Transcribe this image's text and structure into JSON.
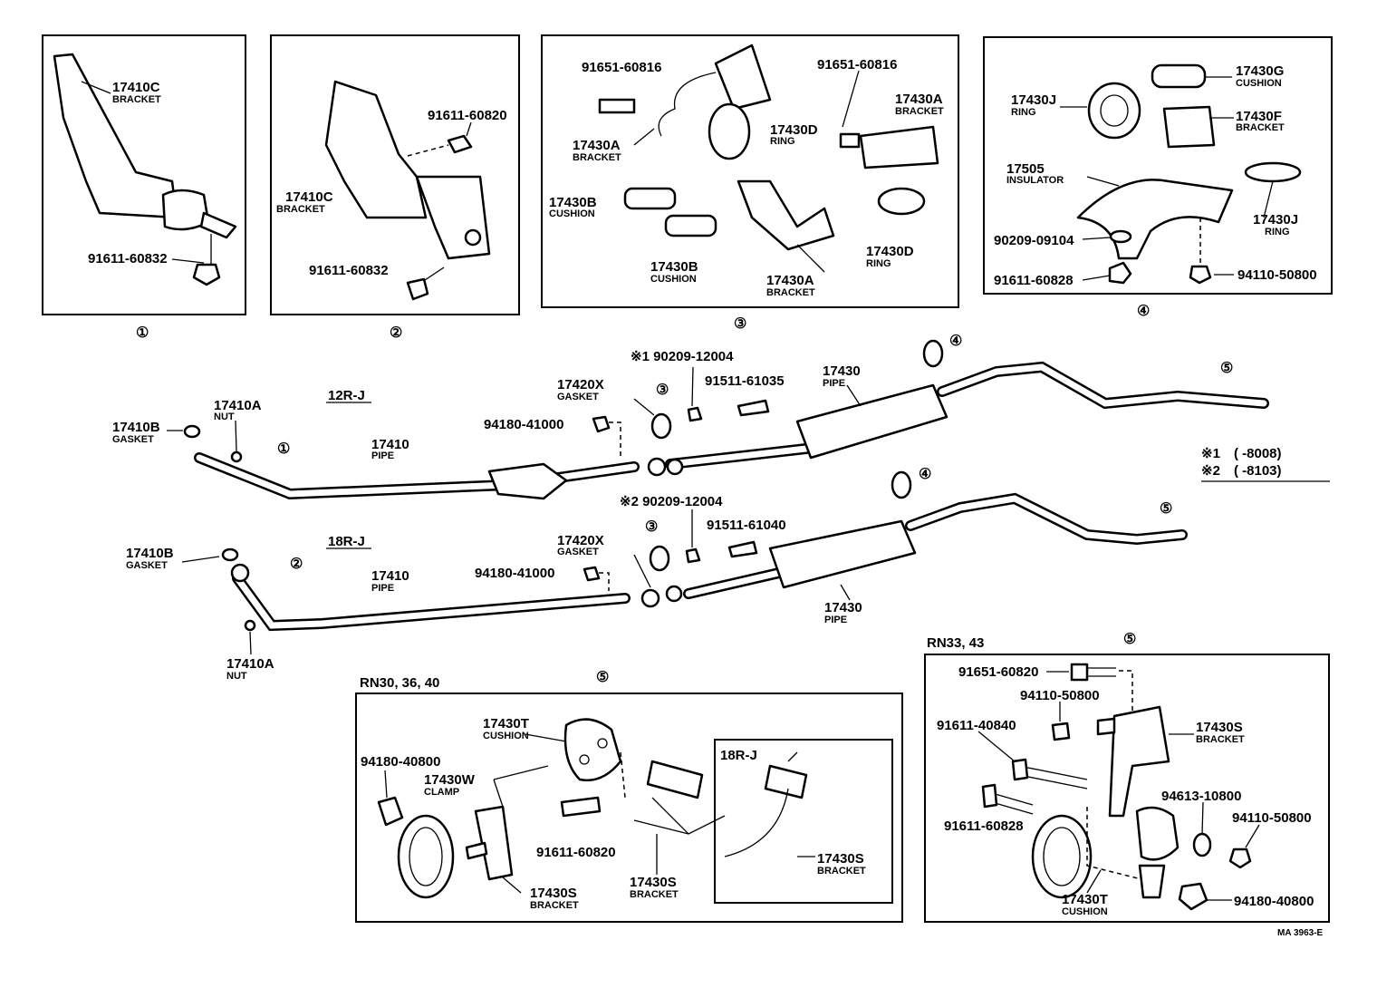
{
  "boxes": {
    "b1": {
      "callout": "①",
      "parts": [
        {
          "no": "17410C",
          "name": "BRACKET"
        },
        {
          "no": "91611-60832"
        }
      ]
    },
    "b2": {
      "callout": "②",
      "parts": [
        {
          "no": "91611-60820"
        },
        {
          "no": "17410C",
          "name": "BRACKET"
        },
        {
          "no": "91611-60832"
        }
      ]
    },
    "b3": {
      "callout": "③",
      "parts": [
        {
          "no": "91651-60816"
        },
        {
          "no": "17430A",
          "name": "BRACKET"
        },
        {
          "no": "17430D",
          "name": "RING"
        },
        {
          "no": "91651-60816"
        },
        {
          "no": "17430A",
          "name": "BRACKET"
        },
        {
          "no": "17430B",
          "name": "CUSHION"
        },
        {
          "no": "17430B",
          "name": "CUSHION"
        },
        {
          "no": "17430A",
          "name": "BRACKET"
        },
        {
          "no": "17430D",
          "name": "RING"
        }
      ]
    },
    "b4": {
      "callout": "④",
      "parts": [
        {
          "no": "17430J",
          "name": "RING"
        },
        {
          "no": "17430G",
          "name": "CUSHION"
        },
        {
          "no": "17430F",
          "name": "BRACKET"
        },
        {
          "no": "17505",
          "name": "INSULATOR"
        },
        {
          "no": "17430J",
          "name": "RING"
        },
        {
          "no": "90209-09104"
        },
        {
          "no": "91611-60828"
        },
        {
          "no": "94110-50800"
        }
      ]
    }
  },
  "main": {
    "engine_a": "12R-J",
    "engine_b": "18R-J",
    "callouts": [
      "①",
      "②",
      "③",
      "④",
      "⑤"
    ],
    "a_parts": [
      {
        "no": "17410A",
        "name": "NUT"
      },
      {
        "no": "17410B",
        "name": "GASKET"
      },
      {
        "no": "17410",
        "name": "PIPE"
      },
      {
        "no": "17420X",
        "name": "GASKET"
      },
      {
        "no": "※1 90209-12004"
      },
      {
        "no": "94180-41000"
      },
      {
        "no": "91511-61035"
      },
      {
        "no": "17430",
        "name": "PIPE"
      }
    ],
    "b_parts": [
      {
        "no": "17410B",
        "name": "GASKET"
      },
      {
        "no": "17410",
        "name": "PIPE"
      },
      {
        "no": "17410A",
        "name": "NUT"
      },
      {
        "no": "17420X",
        "name": "GASKET"
      },
      {
        "no": "※2 90209-12004"
      },
      {
        "no": "94180-41000"
      },
      {
        "no": "91511-61040"
      },
      {
        "no": "17430",
        "name": "PIPE"
      }
    ],
    "notes": [
      {
        "mark": "※1",
        "range": "(      -8008)"
      },
      {
        "mark": "※2",
        "range": "(      -8103)"
      }
    ]
  },
  "box5a": {
    "title": "RN30, 36, 40",
    "callout": "⑤",
    "inner_title": "18R-J",
    "parts": [
      {
        "no": "17430T",
        "name": "CUSHION"
      },
      {
        "no": "94180-40800"
      },
      {
        "no": "17430W",
        "name": "CLAMP"
      },
      {
        "no": "91611-60820"
      },
      {
        "no": "17430S",
        "name": "BRACKET"
      },
      {
        "no": "17430S",
        "name": "BRACKET"
      },
      {
        "no": "17430S",
        "name": "BRACKET"
      }
    ]
  },
  "box5b": {
    "title": "RN33, 43",
    "callout": "⑤",
    "parts": [
      {
        "no": "91651-60820"
      },
      {
        "no": "94110-50800"
      },
      {
        "no": "91611-40840"
      },
      {
        "no": "17430S",
        "name": "BRACKET"
      },
      {
        "no": "94613-10800"
      },
      {
        "no": "91611-60828"
      },
      {
        "no": "94110-50800"
      },
      {
        "no": "17430T",
        "name": "CUSHION"
      },
      {
        "no": "94180-40800"
      }
    ]
  },
  "footer": {
    "code": "MA 3963-E"
  }
}
